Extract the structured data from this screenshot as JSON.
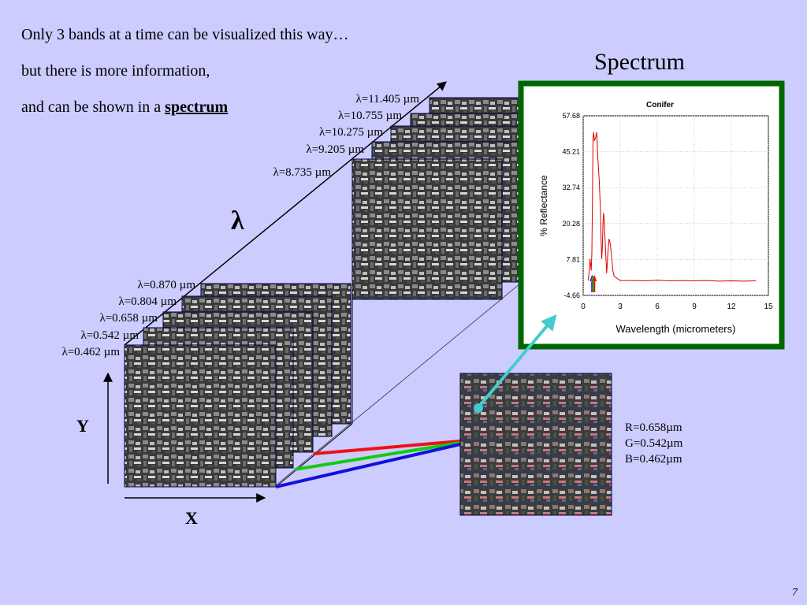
{
  "slide": {
    "line1": "Only 3 bands at a time can be visualized this way…",
    "line2": "but there is more information,",
    "line3_prefix": "and can be shown in a ",
    "line3_emph": "spectrum",
    "title": "Spectrum",
    "lambda_symbol": "λ",
    "y_axis": "Y",
    "x_axis": "X",
    "page_number": "7"
  },
  "bands_far": [
    "λ=11.405 µm",
    "λ=10.755 µm",
    "λ=10.275 µm",
    "λ=9.205 µm",
    "λ=8.735 µm"
  ],
  "bands_near": [
    "λ=0.870 µm",
    "λ=0.804 µm",
    "λ=0.658 µm",
    "λ=0.542 µm",
    "λ=0.462 µm"
  ],
  "rgb": {
    "r": "R=0.658µm",
    "g": "G=0.542µm",
    "b": "B=0.462µm"
  },
  "colors": {
    "background": "#ccccff",
    "chart_frame": "#006600",
    "red_line": "#ee1111",
    "green_line": "#11cc11",
    "blue_line": "#1111dd",
    "cyan_arrow": "#44cccc"
  },
  "chart_data": {
    "type": "line",
    "title": "Conifer",
    "xlabel": "Wavelength (micrometers)",
    "ylabel": "% Reflectance",
    "xlim": [
      0,
      15
    ],
    "ylim": [
      -4.66,
      57.68
    ],
    "x_ticks": [
      "0",
      "3",
      "6",
      "9",
      "12",
      "15"
    ],
    "y_ticks": [
      "-4.66",
      "7.81",
      "20.28",
      "32.74",
      "45.21",
      "57.68"
    ],
    "grid": true,
    "series": [
      {
        "x": [
          0.4,
          0.45,
          0.5,
          0.55,
          0.6,
          0.65,
          0.7,
          0.75,
          0.8,
          0.85,
          0.9,
          1.0,
          1.1,
          1.2,
          1.3,
          1.4,
          1.45,
          1.5,
          1.55,
          1.6,
          1.65,
          1.7,
          1.8,
          1.9,
          1.95,
          2.0,
          2.1,
          2.2,
          2.3,
          2.4,
          2.5,
          3,
          4,
          5,
          6,
          7,
          8,
          9,
          10,
          11,
          12,
          13,
          14
        ],
        "y": [
          0.5,
          2,
          4,
          8,
          6,
          4,
          10,
          30,
          50,
          52,
          49,
          50,
          52,
          42,
          35,
          25,
          15,
          8,
          12,
          20,
          24,
          22,
          12,
          3,
          6,
          10,
          15,
          13,
          9,
          4,
          2,
          0.5,
          0.5,
          0.4,
          0.6,
          0.4,
          0.5,
          0.4,
          0.5,
          0.3,
          0.4,
          0.3,
          0.4
        ]
      }
    ],
    "markers": [
      {
        "x": 0.462,
        "color": "#1111dd"
      },
      {
        "x": 0.542,
        "color": "#11cc11"
      },
      {
        "x": 0.658,
        "color": "#ee1111"
      }
    ]
  }
}
